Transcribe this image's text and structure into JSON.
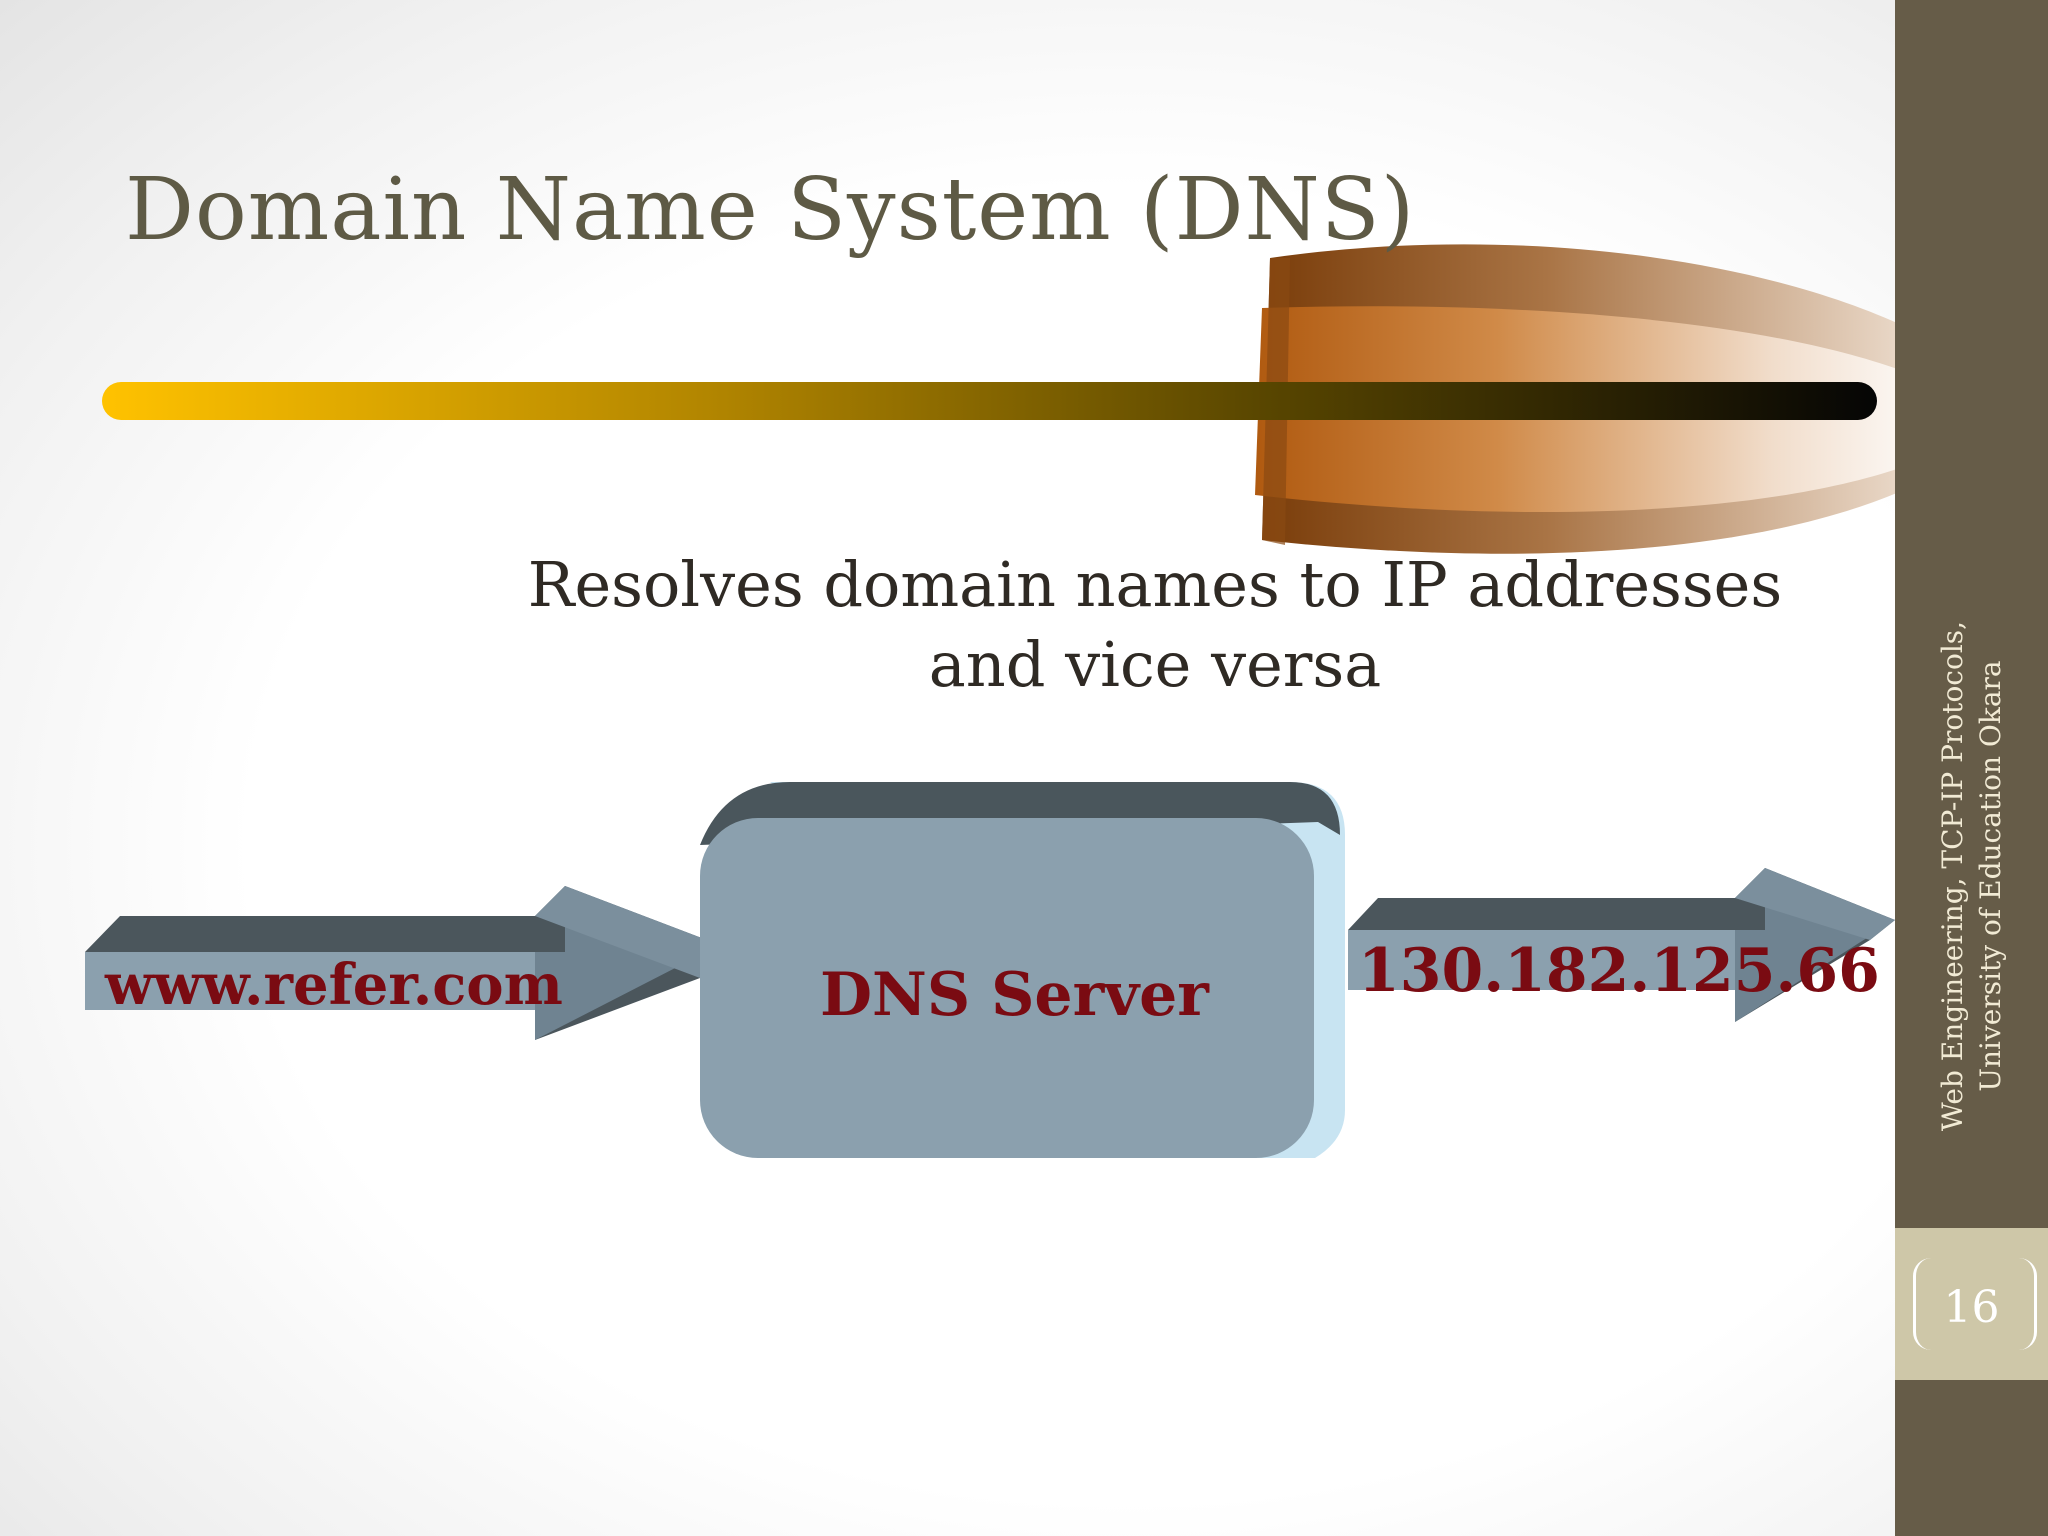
{
  "title": "Domain Name System (DNS)",
  "subtitle": {
    "line1": "Resolves domain names to IP addresses",
    "line2": "and vice versa"
  },
  "diagram": {
    "input_label": "www.refer.com",
    "server_label": "DNS Server",
    "output_label": "130.182.125.66"
  },
  "sidebar": {
    "note": "Web Engineering, TCP-IP Protocols, University of Education Okara",
    "page_number": "16"
  },
  "colors": {
    "title": "#5e5a45",
    "label_text": "#7a0b12",
    "server_box": "#8ba0ae",
    "sidebar": "#665c48",
    "sidebar_footer": "#cec7a8"
  }
}
